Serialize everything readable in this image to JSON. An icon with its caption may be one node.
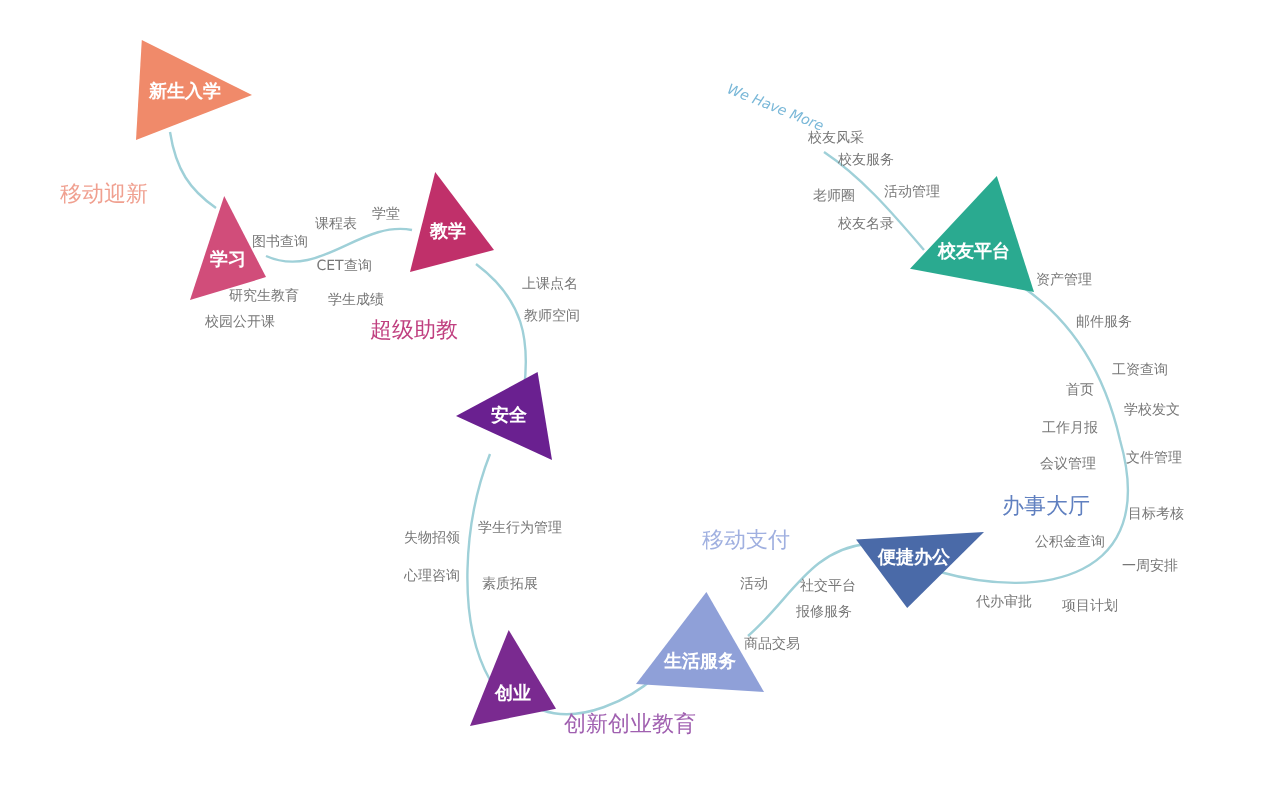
{
  "diagram": {
    "nodes": [
      {
        "text": [
          "新生入学"
        ]
      },
      {
        "text": [
          "学习"
        ]
      },
      {
        "text": [
          "教学"
        ]
      },
      {
        "text": [
          "安全"
        ]
      },
      {
        "text": [
          "创业"
        ]
      },
      {
        "text": [
          "生活服务"
        ]
      },
      {
        "text": [
          "便捷办公"
        ]
      },
      {
        "text": [
          "校友平台"
        ]
      },
      {
        "text": [
          "We Have More"
        ]
      }
    ],
    "edges": [
      {
        "from": 0,
        "to": 1,
        "arrow": "none"
      },
      {
        "from": 1,
        "to": 2,
        "arrow": "none"
      },
      {
        "from": 2,
        "to": 3,
        "arrow": "none"
      },
      {
        "from": 3,
        "to": 4,
        "arrow": "none"
      },
      {
        "from": 4,
        "to": 5,
        "arrow": "none"
      },
      {
        "from": 5,
        "to": 6,
        "arrow": "none"
      },
      {
        "from": 6,
        "to": 7,
        "arrow": "none"
      },
      {
        "from": 7,
        "to": 8,
        "arrow": "none"
      }
    ],
    "labels": [
      "移动迎新",
      "学堂",
      "课程表",
      "图书查询",
      "CET查询",
      "研究生教育",
      "学生成绩",
      "校园公开课",
      "超级助教",
      "上课点名",
      "教师空间",
      "校友风采",
      "校友服务",
      "活动管理",
      "老师圈",
      "校友名录",
      "资产管理",
      "邮件服务",
      "工资查询",
      "首页",
      "学校发文",
      "工作月报",
      "文件管理",
      "会议管理",
      "办事大厅",
      "目标考核",
      "公积金查询",
      "一周安排",
      "项目计划",
      "代办审批",
      "移动支付",
      "活动",
      "社交平台",
      "报修服务",
      "商品交易",
      "学生行为管理",
      "失物招领",
      "心理咨询",
      "素质拓展",
      "创新创业教育"
    ]
  }
}
